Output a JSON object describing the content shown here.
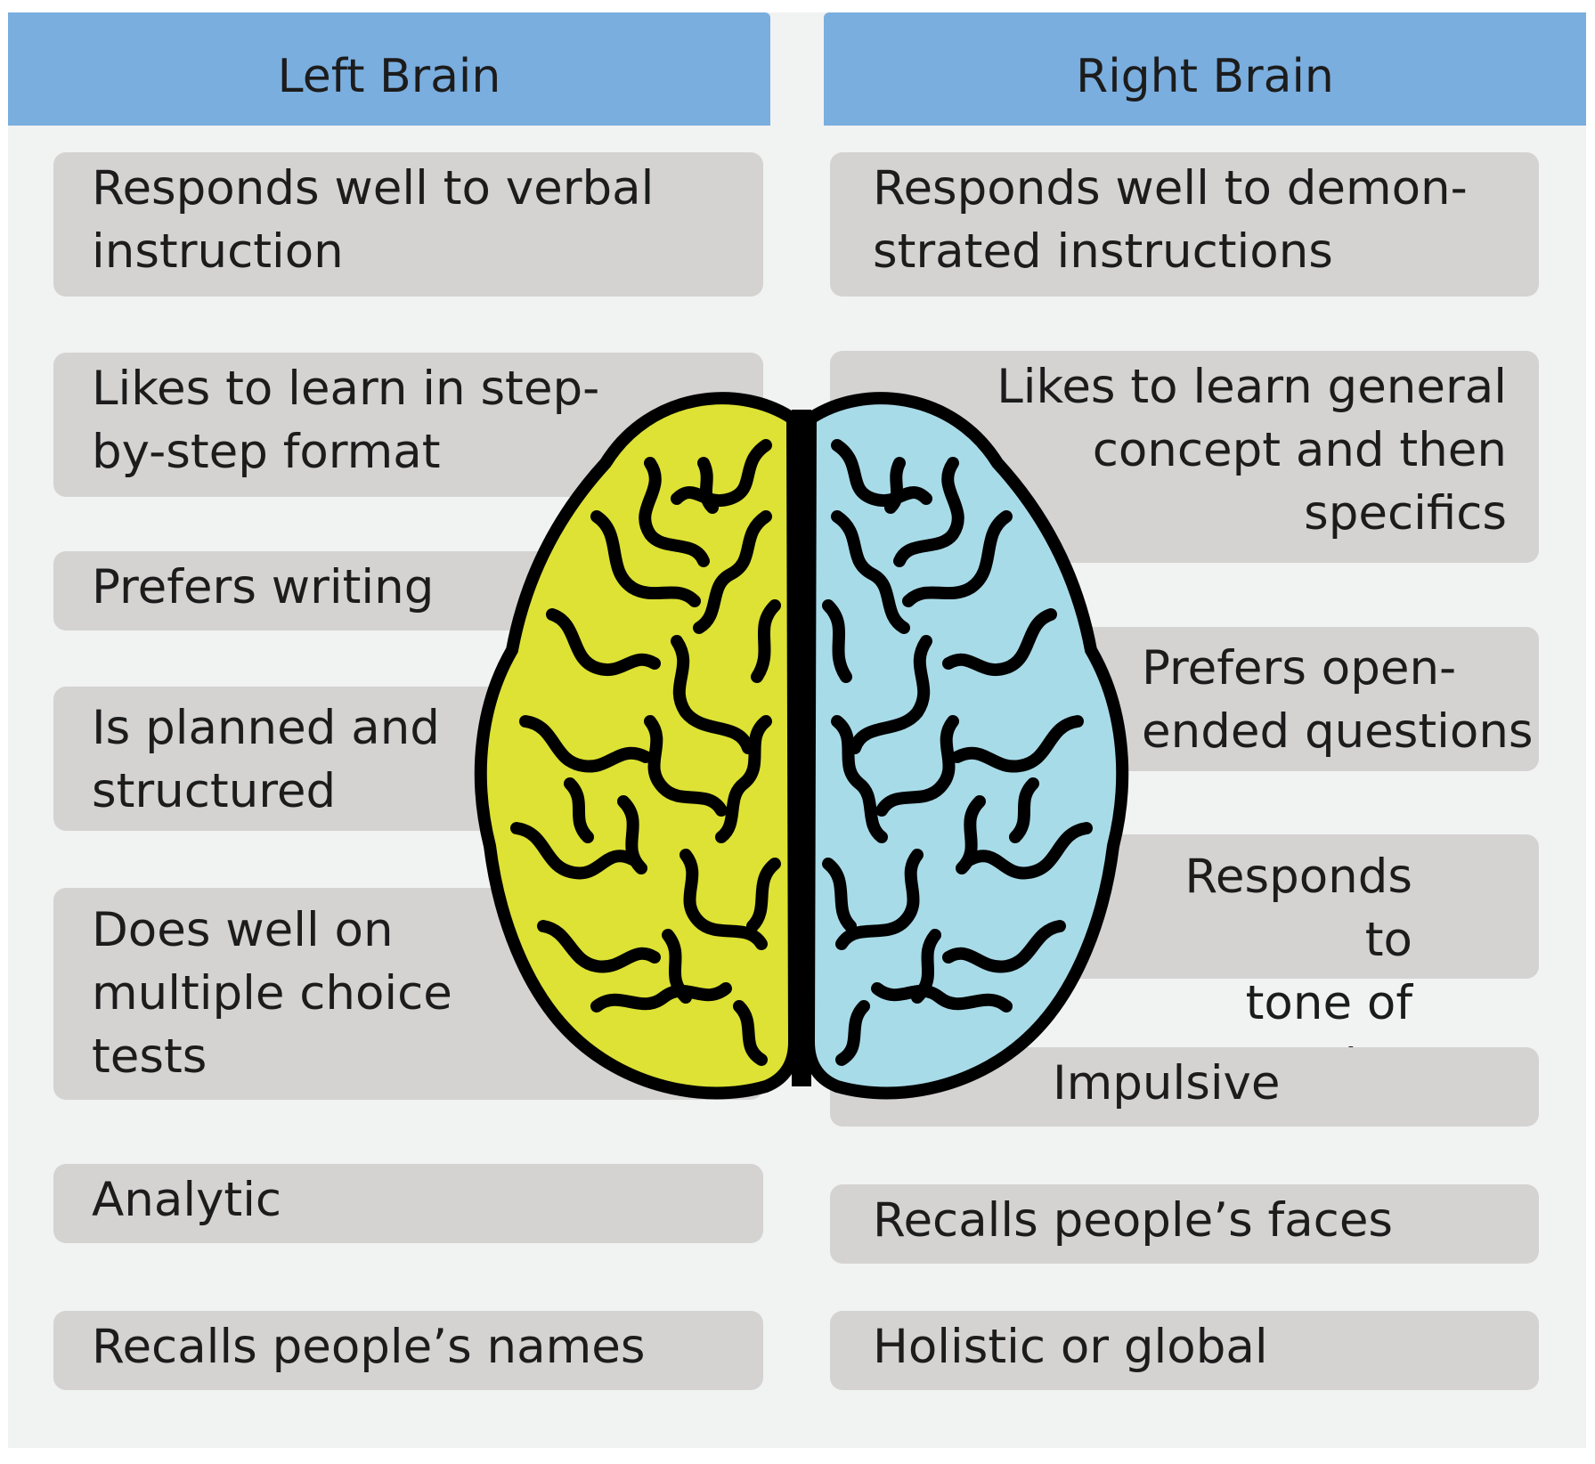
{
  "header": {
    "left_title": "Left Brain",
    "right_title": "Right Brain"
  },
  "left_items": [
    "Responds well to verbal\ninstruction",
    "Likes to learn in step-\nby-step format",
    "Prefers writing",
    "Is planned and\nstructured",
    "Does well on\nmultiple choice\ntests",
    "Analytic",
    "Recalls people’s names"
  ],
  "right_items": [
    "Responds well to demon-\nstrated instructions",
    "Likes to learn general\nconcept and then\nspecifics",
    "Prefers open-\nended questions",
    "Responds to\ntone of voice",
    "Impulsive",
    "Recalls people’s faces",
    "Holistic or global"
  ],
  "colors": {
    "header": "#7aaedf",
    "panel": "#f1f2f2",
    "box": "#d5d2d2",
    "left_hemisphere": "#dde234",
    "right_hemisphere": "#a8dbe8",
    "outline": "#000000"
  },
  "icons": {
    "center": "brain-icon"
  }
}
